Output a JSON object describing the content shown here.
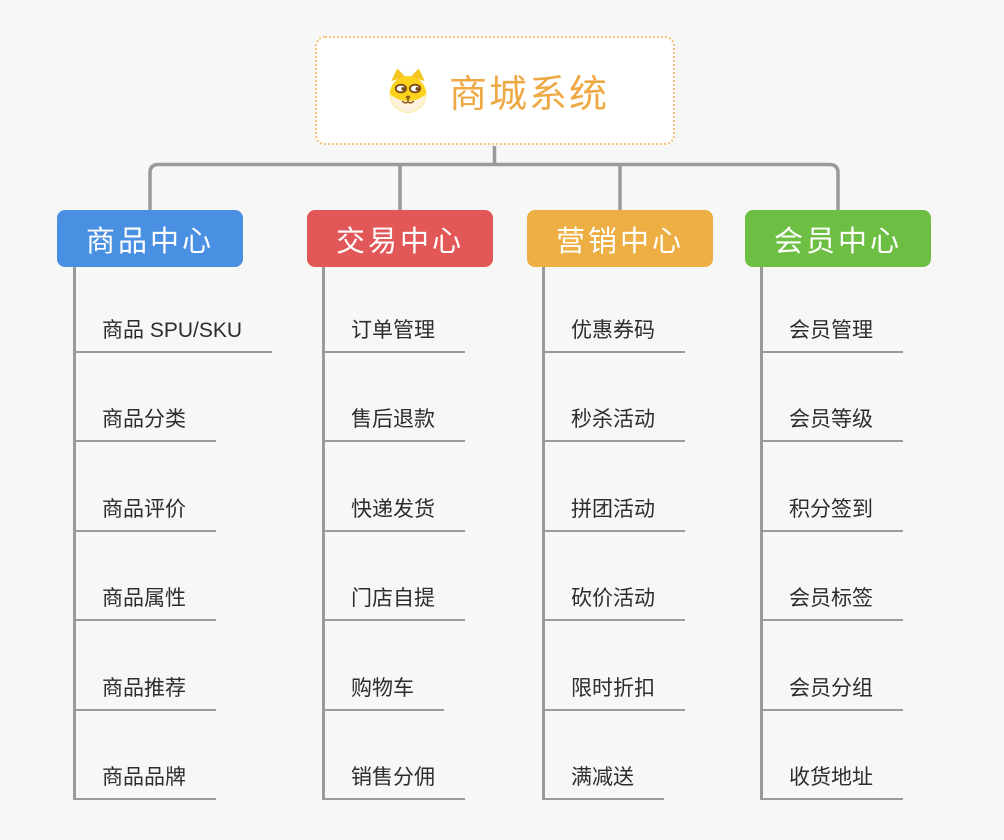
{
  "root": {
    "title": "商城系统",
    "icon": "dog-face-icon"
  },
  "branches": [
    {
      "label": "商品中心",
      "color": "#4a90e2",
      "children": [
        "商品 SPU/SKU",
        "商品分类",
        "商品评价",
        "商品属性",
        "商品推荐",
        "商品品牌"
      ]
    },
    {
      "label": "交易中心",
      "color": "#e25858",
      "children": [
        "订单管理",
        "售后退款",
        "快递发货",
        "门店自提",
        "购物车",
        "销售分佣"
      ]
    },
    {
      "label": "营销中心",
      "color": "#edaf44",
      "children": [
        "优惠券码",
        "秒杀活动",
        "拼团活动",
        "砍价活动",
        "限时折扣",
        "满减送"
      ]
    },
    {
      "label": "会员中心",
      "color": "#6cbf42",
      "children": [
        "会员管理",
        "会员等级",
        "积分签到",
        "会员标签",
        "会员分组",
        "收货地址"
      ]
    }
  ],
  "colors": {
    "canvas_background": "#f7f7f7",
    "connector_line": "#9a9a9a",
    "item_underline": "#9b9b9b",
    "item_text": "#2d2d2d",
    "root_text": "#efa944",
    "root_border": "#f3c274",
    "root_background": "#ffffff"
  }
}
